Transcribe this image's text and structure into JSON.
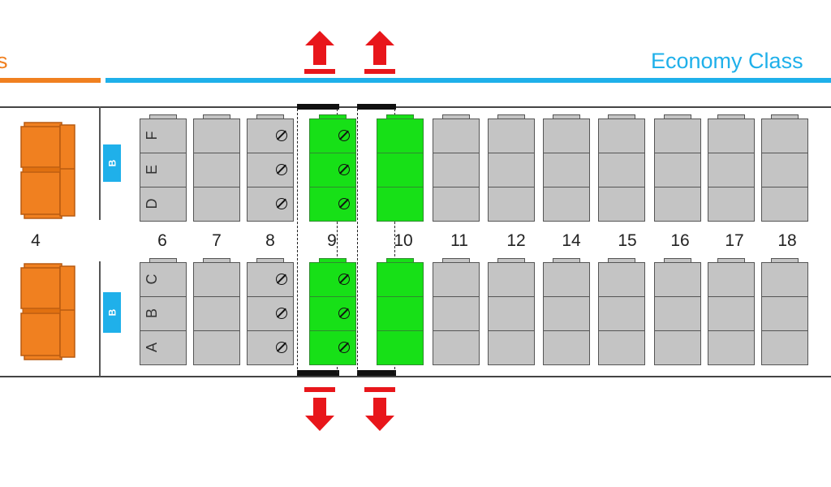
{
  "colors": {
    "business": "#f08020",
    "economy": "#1fb0ea",
    "exit_row": "#17e017",
    "standard_seat": "#c4c4c4",
    "exit_arrow": "#e8161b"
  },
  "cabin_labels": {
    "business_fragment": "s",
    "economy": "Economy Class"
  },
  "bulkhead_label": "B",
  "rows": [
    {
      "number": "4",
      "type": "business"
    },
    {
      "number": "6",
      "type": "economy",
      "letters_top": [
        "F",
        "E",
        "D"
      ],
      "letters_bottom": [
        "C",
        "B",
        "A"
      ]
    },
    {
      "number": "7",
      "type": "economy"
    },
    {
      "number": "8",
      "type": "economy",
      "no_recline": true
    },
    {
      "number": "9",
      "type": "exit",
      "no_recline": true
    },
    {
      "number": "10",
      "type": "exit"
    },
    {
      "number": "11",
      "type": "economy"
    },
    {
      "number": "12",
      "type": "economy"
    },
    {
      "number": "14",
      "type": "economy"
    },
    {
      "number": "15",
      "type": "economy"
    },
    {
      "number": "16",
      "type": "economy"
    },
    {
      "number": "17",
      "type": "economy"
    },
    {
      "number": "18",
      "type": "economy"
    }
  ],
  "icons": {
    "exit_arrow": "arrow-icon",
    "no_recline": "no-recline-icon"
  }
}
